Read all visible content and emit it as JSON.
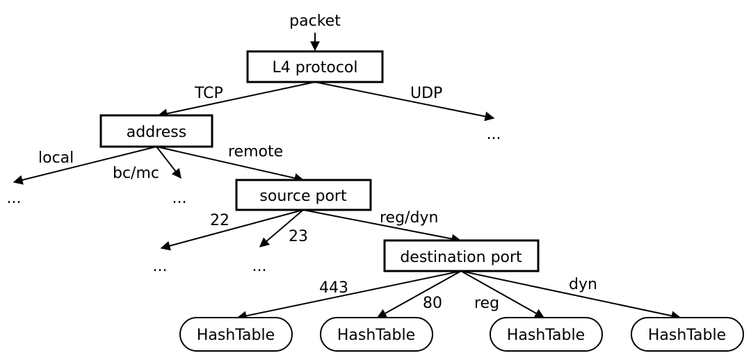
{
  "input": {
    "label": "packet"
  },
  "nodes": {
    "l4": "L4 protocol",
    "address": "address",
    "source_port": "source port",
    "destination_port": "destination port"
  },
  "edge_labels": {
    "tcp": "TCP",
    "udp": "UDP",
    "local": "local",
    "bcmc": "bc/mc",
    "remote": "remote",
    "p22": "22",
    "p23": "23",
    "regdyn": "reg/dyn",
    "p443": "443",
    "p80": "80",
    "reg": "reg",
    "dyn": "dyn"
  },
  "ellipsis": {
    "udp": "...",
    "local": "...",
    "bcmc": "...",
    "p22": "...",
    "p23": "..."
  },
  "leaves": [
    "HashTable",
    "HashTable",
    "HashTable",
    "HashTable"
  ]
}
